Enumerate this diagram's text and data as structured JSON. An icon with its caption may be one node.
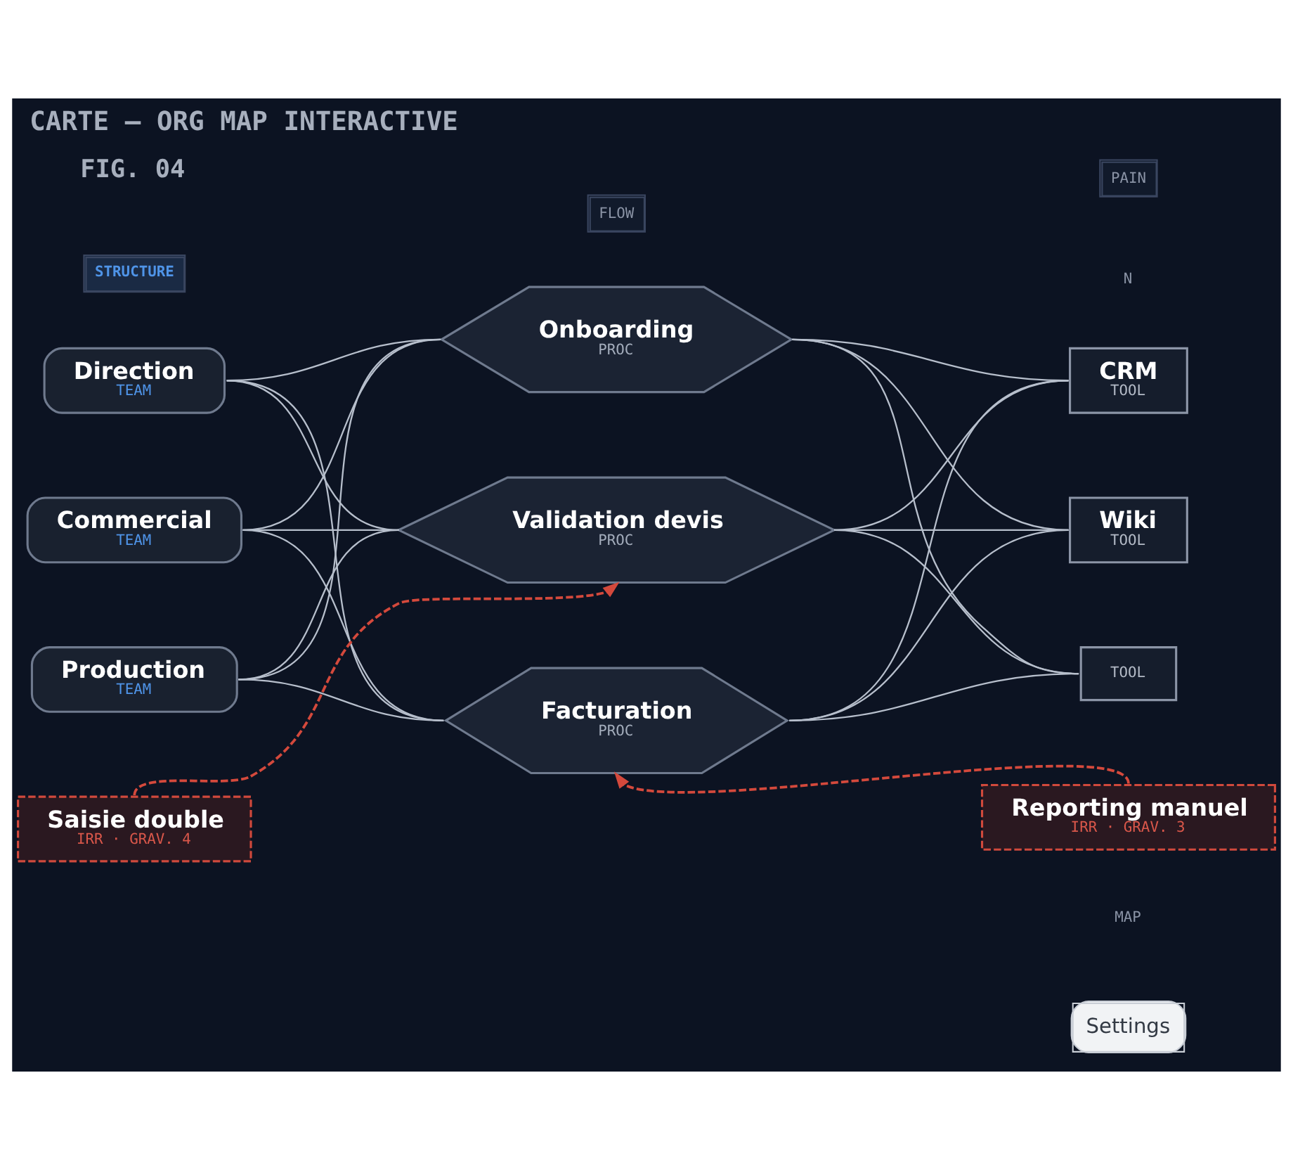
{
  "diagram": {
    "title": "CARTE — ORG MAP INTERACTIVE",
    "nodes": [
      {
        "text": [
          "Direction",
          "TEAM"
        ]
      },
      {
        "text": [
          "Commercial",
          "TEAM"
        ]
      },
      {
        "text": [
          "Production",
          "TEAM"
        ]
      },
      {
        "text": [
          "Onboarding",
          "PROC"
        ]
      },
      {
        "text": [
          "Validation devis",
          "PROC"
        ]
      },
      {
        "text": [
          "Facturation",
          "PROC"
        ]
      },
      {
        "text": [
          "CRM",
          "TOOL"
        ]
      },
      {
        "text": [
          "Wiki",
          "TOOL"
        ]
      },
      {
        "text": [
          "TOOL"
        ]
      },
      {
        "text": [
          "Saisie double",
          "IRR · GRAV. 4"
        ]
      },
      {
        "text": [
          "Reporting manuel",
          "IRR · GRAV. 3"
        ]
      }
    ],
    "edges": [
      {
        "from": 0,
        "to": 3,
        "arrow": "none"
      },
      {
        "from": 0,
        "to": 4,
        "arrow": "none"
      },
      {
        "from": 0,
        "to": 5,
        "arrow": "none"
      },
      {
        "from": 1,
        "to": 3,
        "arrow": "none"
      },
      {
        "from": 1,
        "to": 4,
        "arrow": "none"
      },
      {
        "from": 1,
        "to": 5,
        "arrow": "none"
      },
      {
        "from": 2,
        "to": 3,
        "arrow": "none"
      },
      {
        "from": 2,
        "to": 4,
        "arrow": "none"
      },
      {
        "from": 2,
        "to": 5,
        "arrow": "none"
      },
      {
        "from": 3,
        "to": 6,
        "arrow": "none"
      },
      {
        "from": 3,
        "to": 7,
        "arrow": "none"
      },
      {
        "from": 3,
        "to": 8,
        "arrow": "none"
      },
      {
        "from": 4,
        "to": 6,
        "arrow": "none"
      },
      {
        "from": 4,
        "to": 7,
        "arrow": "none"
      },
      {
        "from": 4,
        "to": 8,
        "arrow": "none"
      },
      {
        "from": 5,
        "to": 6,
        "arrow": "none"
      },
      {
        "from": 5,
        "to": 7,
        "arrow": "none"
      },
      {
        "from": 5,
        "to": 8,
        "arrow": "none"
      },
      {
        "from": 9,
        "to": 4,
        "arrow": "to",
        "style": "dashed",
        "color": "#d4493c"
      },
      {
        "from": 10,
        "to": 5,
        "arrow": "to",
        "style": "dashed",
        "color": "#d4493c"
      }
    ],
    "labels": [
      "FIG. 04",
      "STRUCTURE",
      "FLOW",
      "PAIN",
      "N",
      "MAP",
      "Settings"
    ]
  }
}
